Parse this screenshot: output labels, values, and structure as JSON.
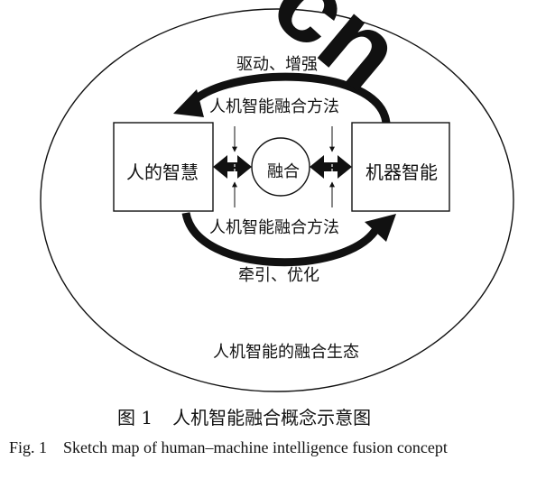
{
  "diagram": {
    "drive_label": "驱动、增强",
    "method_top": "人机智能融合方法",
    "human_box": "人的智慧",
    "fusion_circle": "融合",
    "machine_box": "机器智能",
    "method_bottom": "人机智能融合方法",
    "guide_label": "牵引、优化",
    "ecology_label": "人机智能的融合生态"
  },
  "caption": {
    "cn_number": "图 1",
    "cn_title": "人机智能融合概念示意图",
    "en_number": "Fig. 1",
    "en_title": "Sketch map of human–machine intelligence fusion concept"
  },
  "watermark": {
    "text": "cn"
  },
  "colors": {
    "ink": "#111111",
    "background": "#ffffff"
  }
}
